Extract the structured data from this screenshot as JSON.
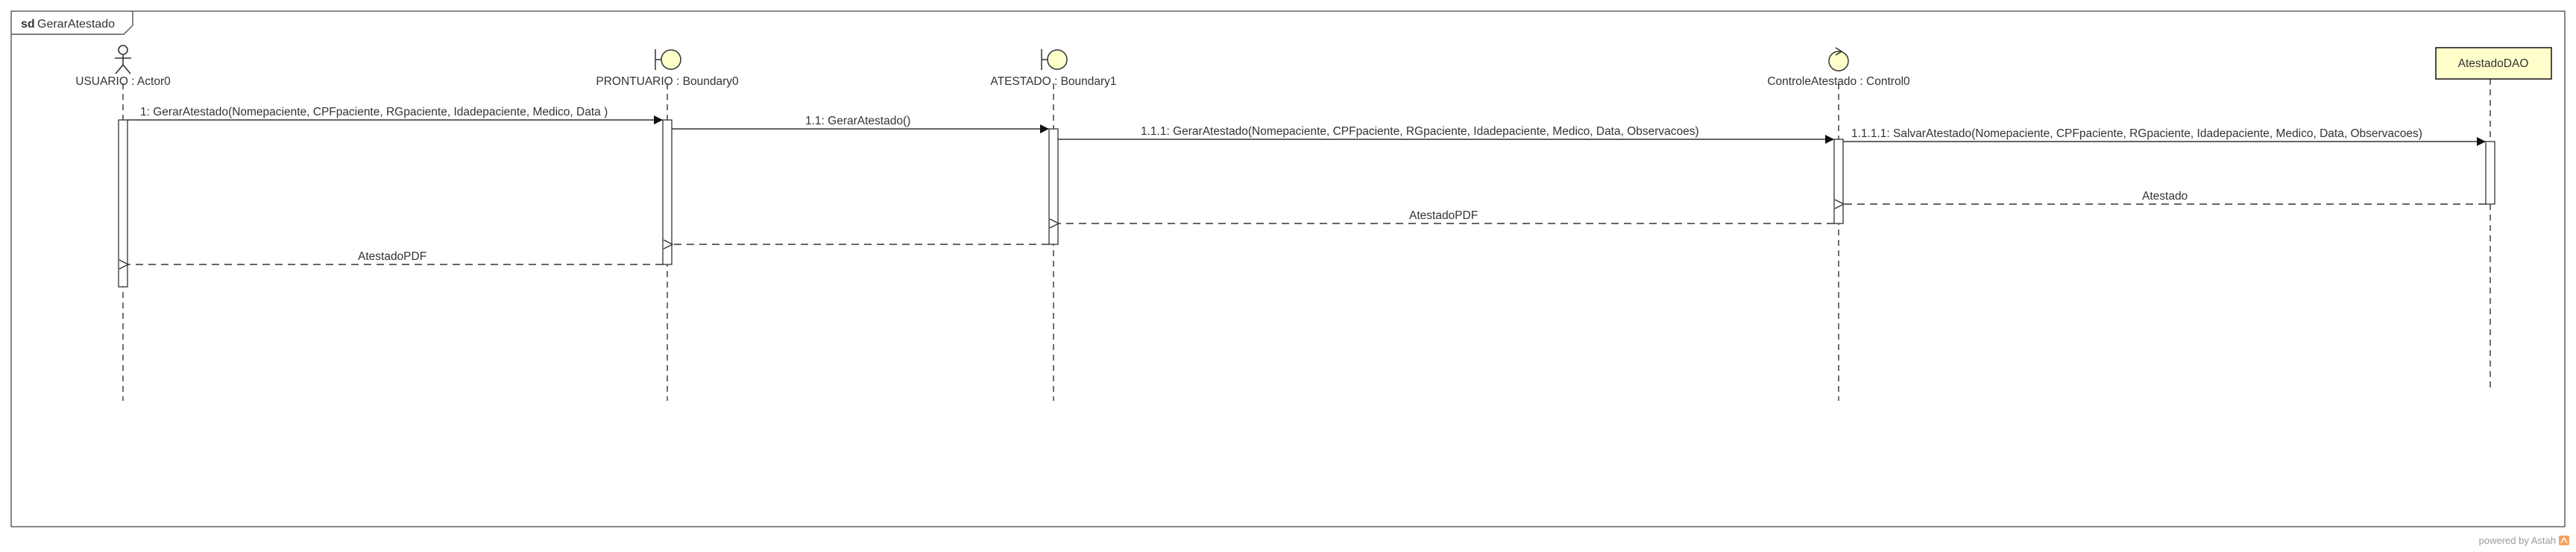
{
  "frame": {
    "keyword": "sd",
    "name": "GerarAtestado"
  },
  "participants": [
    {
      "id": "usuario",
      "label": "USUARIO : Actor0",
      "kind": "actor"
    },
    {
      "id": "prontuario",
      "label": "PRONTUARIO : Boundary0",
      "kind": "boundary"
    },
    {
      "id": "atestado",
      "label": "ATESTADO : Boundary1",
      "kind": "boundary"
    },
    {
      "id": "controle",
      "label": "ControleAtestado : Control0",
      "kind": "control"
    },
    {
      "id": "dao",
      "label": "AtestadoDAO",
      "kind": "class"
    }
  ],
  "messages": [
    {
      "label": "1: GerarAtestado(Nomepaciente, CPFpaciente, RGpaciente, Idadepaciente, Medico, Data )",
      "kind": "sync"
    },
    {
      "label": "1.1: GerarAtestado()",
      "kind": "sync"
    },
    {
      "label": "1.1.1: GerarAtestado(Nomepaciente, CPFpaciente, RGpaciente, Idadepaciente, Medico, Data, Observacoes)",
      "kind": "sync"
    },
    {
      "label": "1.1.1.1: SalvarAtestado(Nomepaciente, CPFpaciente, RGpaciente, Idadepaciente, Medico, Data, Observacoes)",
      "kind": "sync"
    },
    {
      "label": "Atestado",
      "kind": "return"
    },
    {
      "label": "AtestadoPDF",
      "kind": "return"
    },
    {
      "label": "",
      "kind": "return"
    },
    {
      "label": "AtestadoPDF",
      "kind": "return"
    }
  ],
  "colors": {
    "participant_fill": "#ffffcc",
    "line": "#333333",
    "text": "#333333",
    "footer_icon": "#f5a25d"
  },
  "footer": {
    "text": "powered by Astah"
  }
}
